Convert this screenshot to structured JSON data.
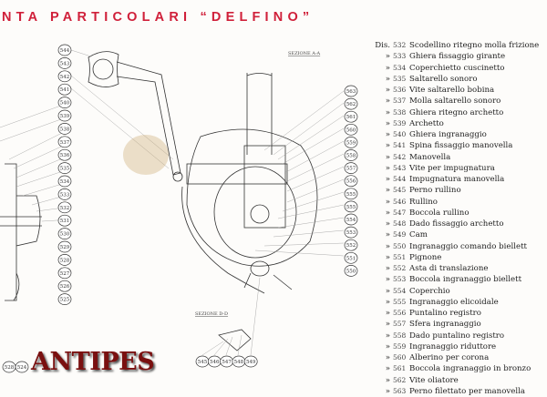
{
  "title": "NTA PARTICOLARI “DELFINO”",
  "logo": "ANTIPES",
  "diagram": {
    "section_aa": "SEZIONE A-A",
    "section_dd": "SEZIONE D-D",
    "left_callouts": [
      "544",
      "543",
      "542",
      "541",
      "540",
      "539",
      "538",
      "537",
      "536",
      "535",
      "534",
      "533",
      "532",
      "531",
      "530",
      "529",
      "528",
      "527",
      "526",
      "525"
    ],
    "bottom_left_callouts": [
      "528",
      "524"
    ],
    "right_callouts": [
      "563",
      "562",
      "561",
      "560",
      "559",
      "558",
      "557",
      "556",
      "555",
      "555",
      "554",
      "553",
      "552",
      "551",
      "550"
    ],
    "bottom_callouts": [
      "545",
      "546",
      "547",
      "548",
      "549"
    ]
  },
  "parts_list": {
    "first_prefix": "Dis.",
    "ditto": "»",
    "items": [
      {
        "num": "532",
        "name": "Scodellino ritegno molla frizione"
      },
      {
        "num": "533",
        "name": "Ghiera fissaggio girante"
      },
      {
        "num": "534",
        "name": "Coperchietto cuscinetto"
      },
      {
        "num": "535",
        "name": "Saltarello sonoro"
      },
      {
        "num": "536",
        "name": "Vite saltarello bobina"
      },
      {
        "num": "537",
        "name": "Molla saltarello sonoro"
      },
      {
        "num": "538",
        "name": "Ghiera ritegno archetto"
      },
      {
        "num": "539",
        "name": "Archetto"
      },
      {
        "num": "540",
        "name": "Ghiera ingranaggio"
      },
      {
        "num": "541",
        "name": "Spina fissaggio manovella"
      },
      {
        "num": "542",
        "name": "Manovella"
      },
      {
        "num": "543",
        "name": "Vite per impugnatura"
      },
      {
        "num": "544",
        "name": "Impugnatura manovella"
      },
      {
        "num": "545",
        "name": "Perno rullino"
      },
      {
        "num": "546",
        "name": "Rullino"
      },
      {
        "num": "547",
        "name": "Boccola rullino"
      },
      {
        "num": "548",
        "name": "Dado fissaggio archetto"
      },
      {
        "num": "549",
        "name": "Cam"
      },
      {
        "num": "550",
        "name": "Ingranaggio comando biellett"
      },
      {
        "num": "551",
        "name": "Pignone"
      },
      {
        "num": "552",
        "name": "Asta di translazione"
      },
      {
        "num": "553",
        "name": "Boccola ingranaggio biellett"
      },
      {
        "num": "554",
        "name": "Coperchio"
      },
      {
        "num": "555",
        "name": "Ingranaggio elicoidale"
      },
      {
        "num": "556",
        "name": "Puntalino registro"
      },
      {
        "num": "557",
        "name": "Sfera ingranaggio"
      },
      {
        "num": "558",
        "name": "Dado puntalino registro"
      },
      {
        "num": "559",
        "name": "Ingranaggio riduttore"
      },
      {
        "num": "560",
        "name": "Alberino per corona"
      },
      {
        "num": "561",
        "name": "Boccola ingranaggio in bronzo"
      },
      {
        "num": "562",
        "name": "Vite oliatore"
      },
      {
        "num": "563",
        "name": "Perno filettato per manovella"
      }
    ]
  }
}
